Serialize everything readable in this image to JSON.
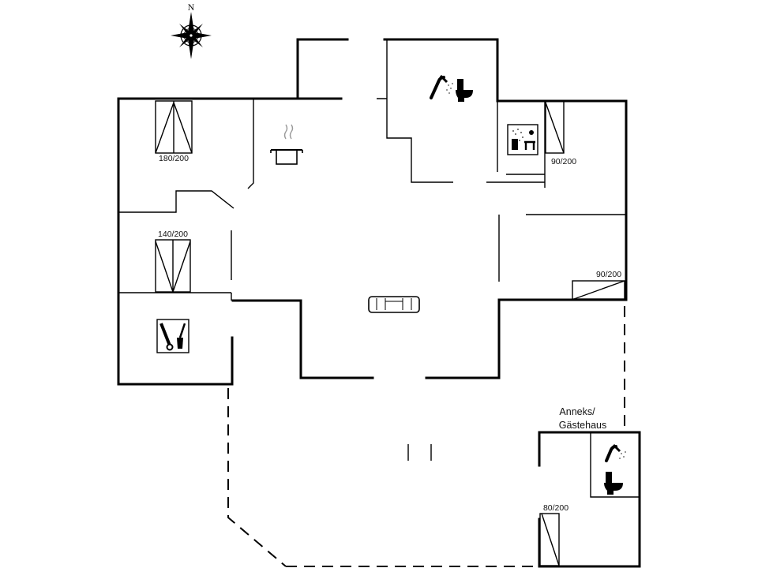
{
  "compass": {
    "north_label": "N"
  },
  "beds": {
    "bed_180": "180/200",
    "bed_140": "140/200",
    "bed_90_a": "90/200",
    "bed_90_b": "90/200",
    "bed_80": "80/200"
  },
  "annex": {
    "line1": "Anneks/",
    "line2": "Gästehaus"
  },
  "icons": [
    "compass-icon",
    "kitchen-pot-icon",
    "shower-icon",
    "toilet-icon",
    "sauna-icon",
    "utility-room-icon",
    "sofa-icon"
  ],
  "colors": {
    "ink": "#000000",
    "background": "#ffffff"
  }
}
